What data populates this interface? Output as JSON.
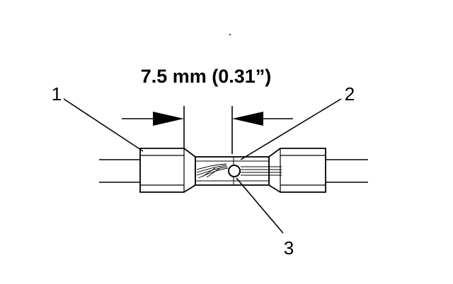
{
  "dimension": {
    "text": "7.5 mm (0.31”)"
  },
  "callouts": [
    {
      "id": "1",
      "label": "1"
    },
    {
      "id": "2",
      "label": "2"
    },
    {
      "id": "3",
      "label": "3"
    }
  ],
  "colors": {
    "ink": "#000000",
    "paper": "#ffffff"
  }
}
